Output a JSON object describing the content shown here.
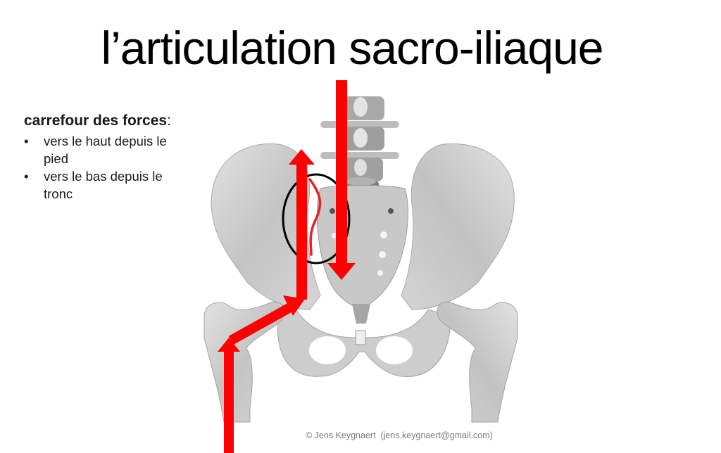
{
  "slide": {
    "title": "l’articulation sacro-iliaque",
    "heading": "carrefour des forces",
    "heading_colon": ":",
    "bullets": [
      "vers le haut depuis le pied",
      "vers le bas depuis le tronc"
    ],
    "credit": "© Jens Keygnaert  (jens.keygnaert@gmail.com)"
  },
  "figure": {
    "subject": "pelvis anterior view with lumbar spine, sacrum and femoral heads",
    "annotations": [
      {
        "type": "arrow",
        "direction": "down",
        "meaning": "force from trunk"
      },
      {
        "type": "arrow",
        "direction": "up",
        "meaning": "force from foot via femur"
      },
      {
        "type": "ellipse",
        "meaning": "sacroiliac joint highlight"
      },
      {
        "type": "curve",
        "meaning": "joint line"
      }
    ]
  },
  "colors": {
    "arrow": "#ff0000",
    "joint_line": "#e8202a",
    "ellipse": "#000000",
    "bone_light": "#d9d9d9",
    "bone_mid": "#b8b8b8",
    "bone_dark": "#8c8c8c",
    "text": "#1a1a1a",
    "credit": "#7a7a7a"
  }
}
